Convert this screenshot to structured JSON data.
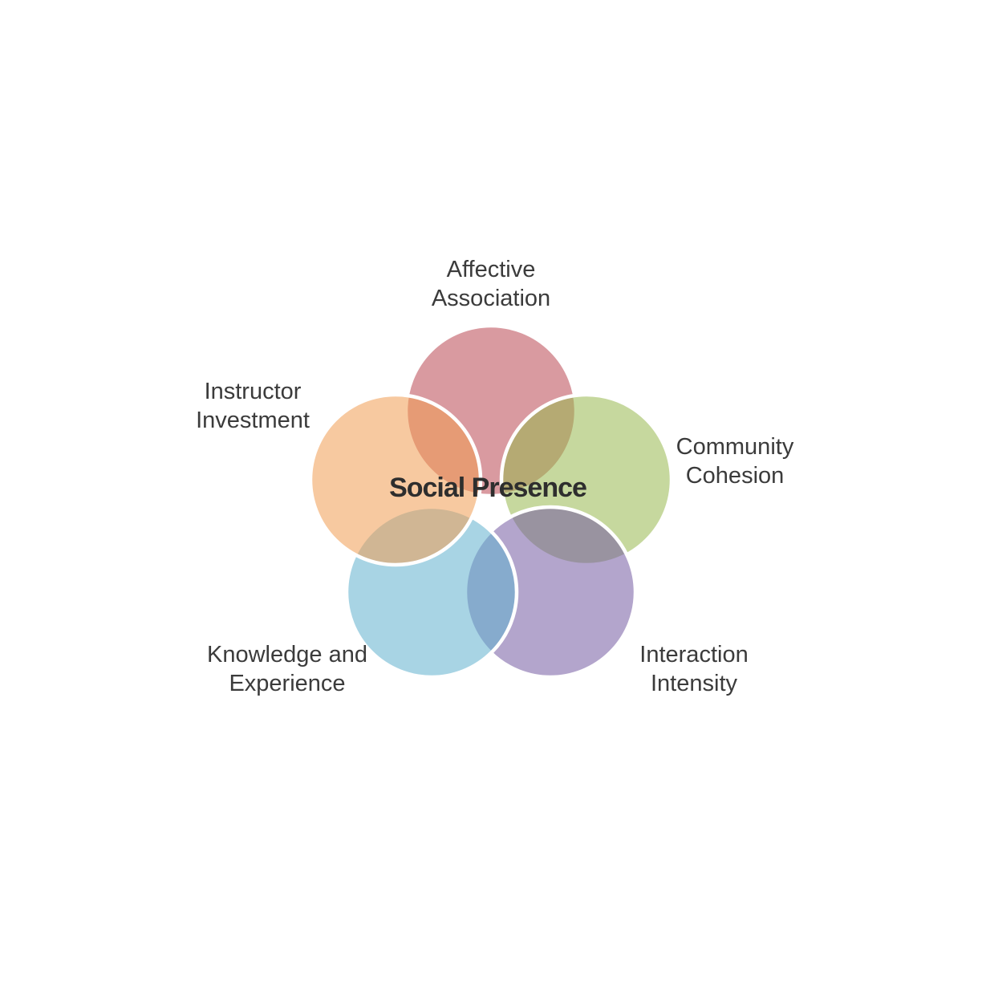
{
  "venn": {
    "center_label": "Social Presence",
    "style": {
      "stroke_color": "#ffffff",
      "background": "#ffffff",
      "label_color": "#3b3b3b"
    },
    "circles": [
      {
        "id": "affective-association",
        "label": "Affective Association",
        "display": "Affective\nAssociation",
        "color": "#ba4752",
        "rendered_tint": "#d99aa0",
        "position": "top"
      },
      {
        "id": "community-cohesion",
        "label": "Community Cohesion",
        "display": "Community\nCohesion",
        "color": "#97b84f",
        "rendered_tint": "#c6d89e",
        "position": "upper-right"
      },
      {
        "id": "interaction-intensity",
        "label": "Interaction Intensity",
        "display": "Interaction\nIntensity",
        "color": "#745ba2",
        "rendered_tint": "#b3a5cc",
        "position": "lower-right"
      },
      {
        "id": "knowledge-experience",
        "label": "Knowledge and Experience",
        "display": "Knowledge and\nExperience",
        "color": "#61b1ce",
        "rendered_tint": "#a8d4e4",
        "position": "lower-left"
      },
      {
        "id": "instructor-investment",
        "label": "Instructor Investment",
        "display": "Instructor\nInvestment",
        "color": "#f09d52",
        "rendered_tint": "#f7c9a0",
        "position": "upper-left"
      }
    ]
  }
}
